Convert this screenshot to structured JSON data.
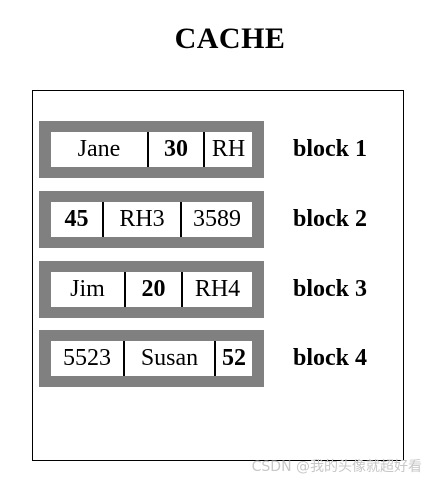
{
  "title": "CACHE",
  "blocks": [
    {
      "label": "block 1",
      "cells": [
        {
          "text": "Jane",
          "bold": false
        },
        {
          "text": "30",
          "bold": true
        },
        {
          "text": "RH",
          "bold": false
        }
      ]
    },
    {
      "label": "block 2",
      "cells": [
        {
          "text": "45",
          "bold": true
        },
        {
          "text": "RH3",
          "bold": false
        },
        {
          "text": "3589",
          "bold": false
        }
      ]
    },
    {
      "label": "block 3",
      "cells": [
        {
          "text": "Jim",
          "bold": false
        },
        {
          "text": "20",
          "bold": true
        },
        {
          "text": "RH4",
          "bold": false
        }
      ]
    },
    {
      "label": "block 4",
      "cells": [
        {
          "text": "5523",
          "bold": false
        },
        {
          "text": "Susan",
          "bold": false
        },
        {
          "text": "52",
          "bold": true
        }
      ]
    }
  ],
  "watermark": "CSDN @我的头像就超好看",
  "colors": {
    "block_border": "#808080",
    "cell_background": "#ffffff",
    "separator": "#000000",
    "watermark": "#c8c8c8"
  }
}
